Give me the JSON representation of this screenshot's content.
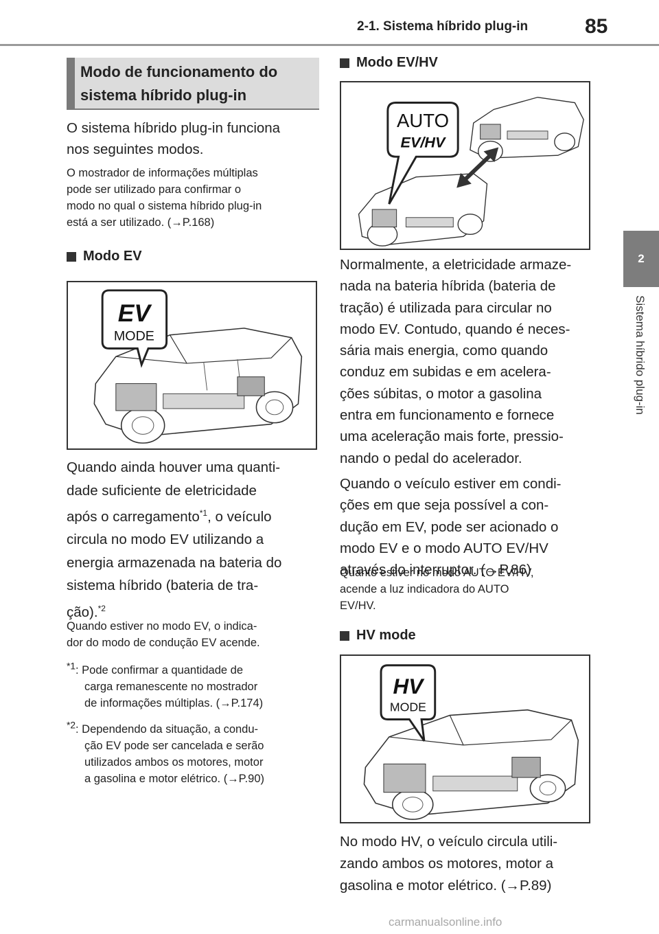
{
  "header": {
    "title": "2-1. Sistema híbrido plug-in",
    "page_number": "85"
  },
  "side_tab": {
    "number": "2",
    "label": "Sistema híbrido plug-in"
  },
  "section": {
    "heading_line1": "Modo de funcionamento do",
    "heading_line2": "sistema híbrido plug-in",
    "intro_line1": "O sistema híbrido plug-in funciona",
    "intro_line2": "nos seguintes modos.",
    "note_line1": "O mostrador de informações múltiplas",
    "note_line2": "pode ser utilizado para confirmar o",
    "note_line3": "modo no qual o sistema híbrido plug-in",
    "note_line4": "está a ser utilizado. (→P.168)"
  },
  "ev_mode": {
    "heading": "Modo EV",
    "badge_top": "EV",
    "badge_bottom": "MODE",
    "lines": [
      "Quando ainda houver uma quanti-",
      "dade suficiente de eletricidade",
      "após o carregamento",
      ", o veículo",
      "circula no modo EV utilizando a",
      "energia armazenada na bateria do",
      "sistema híbrido (bateria de tra-",
      "ção).",
      "*1",
      "*2"
    ],
    "note_line1": "Quando estiver no modo EV, o indica-",
    "note_line2": "dor do modo de condução EV acende.",
    "fn1_mark": "*1",
    "fn1_line1": ": Pode confirmar a quantidade de",
    "fn1_line2": "carga remanescente no mostrador",
    "fn1_line3": "de informações múltiplas. (→P.174)",
    "fn2_mark": "*2",
    "fn2_line1": ": Dependendo da situação, a condu-",
    "fn2_line2": "ção EV pode ser cancelada e serão",
    "fn2_line3": "utilizados ambos os motores, motor",
    "fn2_line4": "a gasolina e motor elétrico. (→P.90)"
  },
  "auto_mode": {
    "heading": "Modo EV/HV",
    "badge_top": "AUTO",
    "badge_bottom": "EV/HV",
    "lines": [
      "Normalmente, a eletricidade armaze-",
      "nada na bateria híbrida (bateria de",
      "tração) é utilizada para circular no",
      "modo EV. Contudo, quando é neces-",
      "sária mais energia, como quando",
      "conduz em subidas e em acelera-",
      "ções súbitas, o motor a gasolina",
      "entra em funcionamento e fornece",
      "uma aceleração mais forte, pressio-",
      "nando o pedal do acelerador.",
      "Quando o veículo estiver em condi-",
      "ções em que seja possível a con-",
      "dução em EV, pode ser acionado o",
      "modo EV e o modo AUTO EV/HV",
      "através do interruptor. (→P.86)"
    ],
    "note_line1": "Quanto estiver no modo AUTO EV/HV,",
    "note_line2": "acende a luz indicadora do AUTO",
    "note_line3": "EV/HV."
  },
  "hv_mode": {
    "heading": "HV mode",
    "badge_top": "HV",
    "badge_bottom": "MODE",
    "lines": [
      "No modo HV, o veículo circula utili-",
      "zando ambos os motores, motor a",
      "gasolina e motor elétrico. (→P.89)"
    ]
  },
  "watermark": "carmanualsonline.info"
}
